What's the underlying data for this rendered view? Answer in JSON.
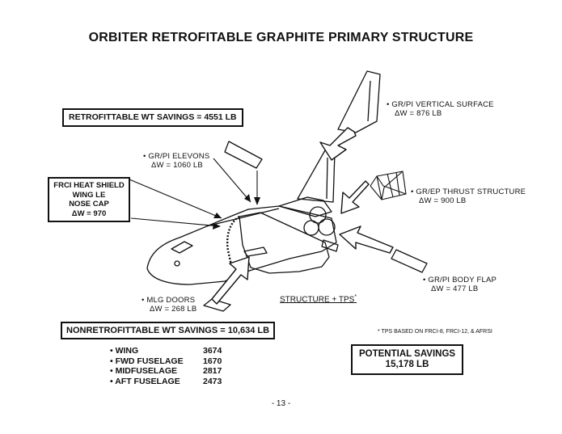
{
  "title": "ORBITER RETROFITABLE GRAPHITE PRIMARY STRUCTURE",
  "retrofittable_box": "RETROFITTABLE WT SAVINGS = 4551 LB",
  "components": {
    "vertical_surface": {
      "name": "• GR/PI VERTICAL SURFACE",
      "dw": "ΔW = 876 LB"
    },
    "elevons": {
      "name": "• GR/PI ELEVONS",
      "dw": "ΔW = 1060 LB"
    },
    "thrust_structure": {
      "name": "• GR/EP THRUST STRUCTURE",
      "dw": "ΔW = 900 LB"
    },
    "body_flap": {
      "name": "• GR/PI BODY FLAP",
      "dw": "ΔW = 477 LB"
    },
    "mlg_doors": {
      "name": "• MLG DOORS",
      "dw": "ΔW = 268 LB"
    }
  },
  "frci_box": [
    "FRCI HEAT SHIELD",
    "WING LE",
    "NOSE CAP",
    "ΔW = 970"
  ],
  "structure_tps": "STRUCTURE + TPS",
  "structure_tps_mark": "*",
  "nonretrofittable_box": "NONRETROFITTABLE WT SAVINGS = 10,634 LB",
  "nonretrofittable_items": [
    {
      "name": "• WING",
      "value": "3674"
    },
    {
      "name": "• FWD FUSELAGE",
      "value": "1670"
    },
    {
      "name": "• MIDFUSELAGE",
      "value": "2817"
    },
    {
      "name": "• AFT FUSELAGE",
      "value": "2473"
    }
  ],
  "footnote": "* TPS BASED ON FRCI-8, FRCI-12, & AFRSI",
  "potential_savings": [
    "POTENTIAL SAVINGS",
    "15,178 LB"
  ],
  "page_number": "- 13 -"
}
